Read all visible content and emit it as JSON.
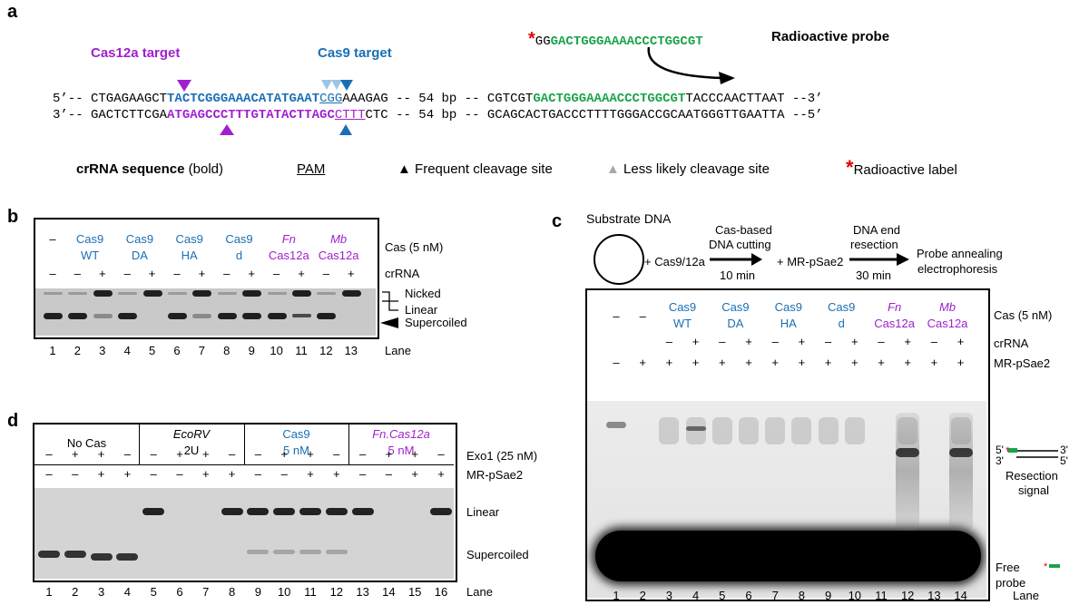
{
  "panel_a": {
    "letter": "a",
    "cas12a_target": "Cas12a target",
    "cas9_target": "Cas9 target",
    "probe_prefix": "GG",
    "probe_seq": "GACTGGGAAAACCCTGGCGT",
    "probe_label": "Radioactive probe",
    "top": {
      "start": "5’--  CTGAGAAGCT",
      "blue": "TACTCGGGAAACATATGAAT",
      "pam": "CGG",
      "mid": "AAAGAG  --  54 bp  --  CGTCGT",
      "green": "GACTGGGAAAACCCTGGCGT",
      "end": "TACCCAACTTAAT  --3’"
    },
    "bottom": {
      "start": "3’--  GACTCTTCGA",
      "purple": "ATGAGCCCTTTGTATACTTAGC",
      "pam": "CTTT",
      "end": "CTC  --  54 bp  --  GCAGCACTGACCCTTTTGGGACCGCAATGGGTTGAATTA  --5’"
    },
    "legend": {
      "crrna_bold": "crRNA sequence",
      "crrna_rest": " (bold)",
      "pam": "PAM",
      "frequent": "Frequent cleavage site",
      "less": "Less likely cleavage site",
      "label": "Radioactive label"
    }
  },
  "panel_b": {
    "letter": "b",
    "groups": [
      {
        "l1": "–",
        "l2": "",
        "color": "black",
        "italic": false
      },
      {
        "l1": "Cas9",
        "l2": "WT",
        "color": "blue",
        "italic": false
      },
      {
        "l1": "Cas9",
        "l2": "DA",
        "color": "blue",
        "italic": false
      },
      {
        "l1": "Cas9",
        "l2": "HA",
        "color": "blue",
        "italic": false
      },
      {
        "l1": "Cas9",
        "l2": "d",
        "color": "blue",
        "italic": false
      },
      {
        "l1": "Fn",
        "l2": "Cas12a",
        "color": "purple",
        "italic": true
      },
      {
        "l1": "Mb",
        "l2": "Cas12a",
        "color": "purple",
        "italic": true
      }
    ],
    "crrna_signs": [
      "–",
      "–",
      "+",
      "–",
      "+",
      "–",
      "+",
      "–",
      "+",
      "–",
      "+",
      "–",
      "+"
    ],
    "cas_label": "Cas (5 nM)",
    "crrna_label": "crRNA",
    "band_nicked": "Nicked",
    "band_linear": "Linear",
    "band_supercoiled": "Supercoiled",
    "lanes": [
      "1",
      "2",
      "3",
      "4",
      "5",
      "6",
      "7",
      "8",
      "9",
      "10",
      "11",
      "12",
      "13"
    ],
    "lane_label": "Lane"
  },
  "panel_c": {
    "letter": "c",
    "substrate": "Substrate DNA",
    "step1": "+ Cas9/12a",
    "step2a": "Cas-based",
    "step2b": "DNA cutting",
    "time1": "10 min",
    "step3": "+ MR-pSae2",
    "step4a": "DNA end",
    "step4b": "resection",
    "time2": "30 min",
    "step5a": "Probe annealing",
    "step5b": "electrophoresis",
    "groups": [
      {
        "l1": "–",
        "l2": ""
      },
      {
        "l1": "–",
        "l2": ""
      },
      {
        "l1": "Cas9",
        "l2": "WT"
      },
      {
        "l1": "Cas9",
        "l2": "DA"
      },
      {
        "l1": "Cas9",
        "l2": "HA"
      },
      {
        "l1": "Cas9",
        "l2": "d"
      },
      {
        "l1": "Fn",
        "l2": "Cas12a"
      },
      {
        "l1": "Mb",
        "l2": "Cas12a"
      }
    ],
    "crrna_signs": [
      "",
      "",
      "–",
      "+",
      "–",
      "+",
      "–",
      "+",
      "–",
      "+",
      "–",
      "+",
      "–",
      "+"
    ],
    "mr_signs": [
      "–",
      "+",
      "+",
      "+",
      "+",
      "+",
      "+",
      "+",
      "+",
      "+",
      "+",
      "+",
      "+",
      "+"
    ],
    "cas_label": "Cas (5 nM)",
    "crrna_label": "crRNA",
    "mr_label": "MR-pSae2",
    "end5": "5'",
    "end3": "3'",
    "end3b": "3'",
    "end5b": "5'",
    "resection_a": "Resection",
    "resection_b": "signal",
    "free_a": "Free",
    "free_b": "probe",
    "lanes": [
      "1",
      "2",
      "3",
      "4",
      "5",
      "6",
      "7",
      "8",
      "9",
      "10",
      "11",
      "12",
      "13",
      "14"
    ],
    "lane_label": "Lane"
  },
  "panel_d": {
    "letter": "d",
    "groups": [
      {
        "l1": "No Cas",
        "l2": ""
      },
      {
        "l1": "EcoRV",
        "l2": "2U"
      },
      {
        "l1": "Cas9",
        "l2": "5 nM"
      },
      {
        "l1": "Fn.Cas12a",
        "l2": "5 nM"
      }
    ],
    "exo_signs": [
      "–",
      "+",
      "+",
      "–",
      "–",
      "+",
      "+",
      "–",
      "–",
      "+",
      "+",
      "–",
      "–",
      "+",
      "+",
      "–"
    ],
    "mr_signs": [
      "–",
      "–",
      "+",
      "+",
      "–",
      "–",
      "+",
      "+",
      "–",
      "–",
      "+",
      "+",
      "–",
      "–",
      "+",
      "+"
    ],
    "exo_label": "Exo1 (25 nM)",
    "mr_label": "MR-pSae2",
    "band_linear": "Linear",
    "band_supercoiled": "Supercoiled",
    "lanes": [
      "1",
      "2",
      "3",
      "4",
      "5",
      "6",
      "7",
      "8",
      "9",
      "10",
      "11",
      "12",
      "13",
      "14",
      "15",
      "16"
    ],
    "lane_label": "Lane"
  }
}
